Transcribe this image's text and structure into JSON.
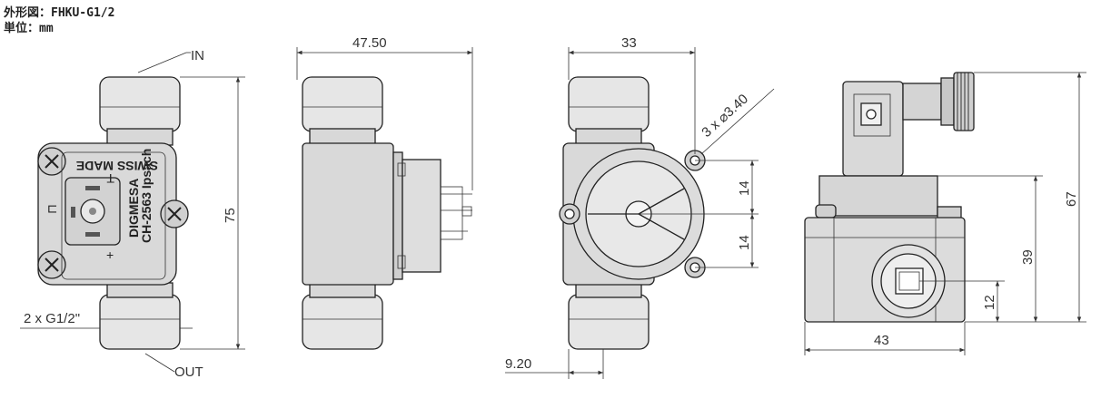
{
  "header": {
    "outline_label": "外形図：FHKU-G1/2",
    "unit_label": "単位：mm"
  },
  "front_view": {
    "in_label": "IN",
    "out_label": "OUT",
    "thread_label": "2 x G1/2\"",
    "height_dim": "75",
    "housing_text_1": "DIGMESA",
    "housing_text_2": "CH-2563 Ipsach",
    "housing_text_3": "SWISS MADE",
    "symbol_top": "T",
    "symbol_left": "⊓",
    "symbol_plus": "+"
  },
  "side_view": {
    "width_dim": "47.50"
  },
  "back_view": {
    "width_dim": "33",
    "holes_label": "3 x ⌀3.40",
    "upper_spacing_dim": "14",
    "lower_spacing_dim": "14",
    "offset_dim": "9.20"
  },
  "connector_view": {
    "height_total_dim": "67",
    "height_body_dim": "39",
    "port_height_dim": "12",
    "width_dim": "43"
  },
  "colors": {
    "body_fill": "#dcdcdc",
    "fitting_fill": "#e6e6e6",
    "line": "#222222"
  }
}
